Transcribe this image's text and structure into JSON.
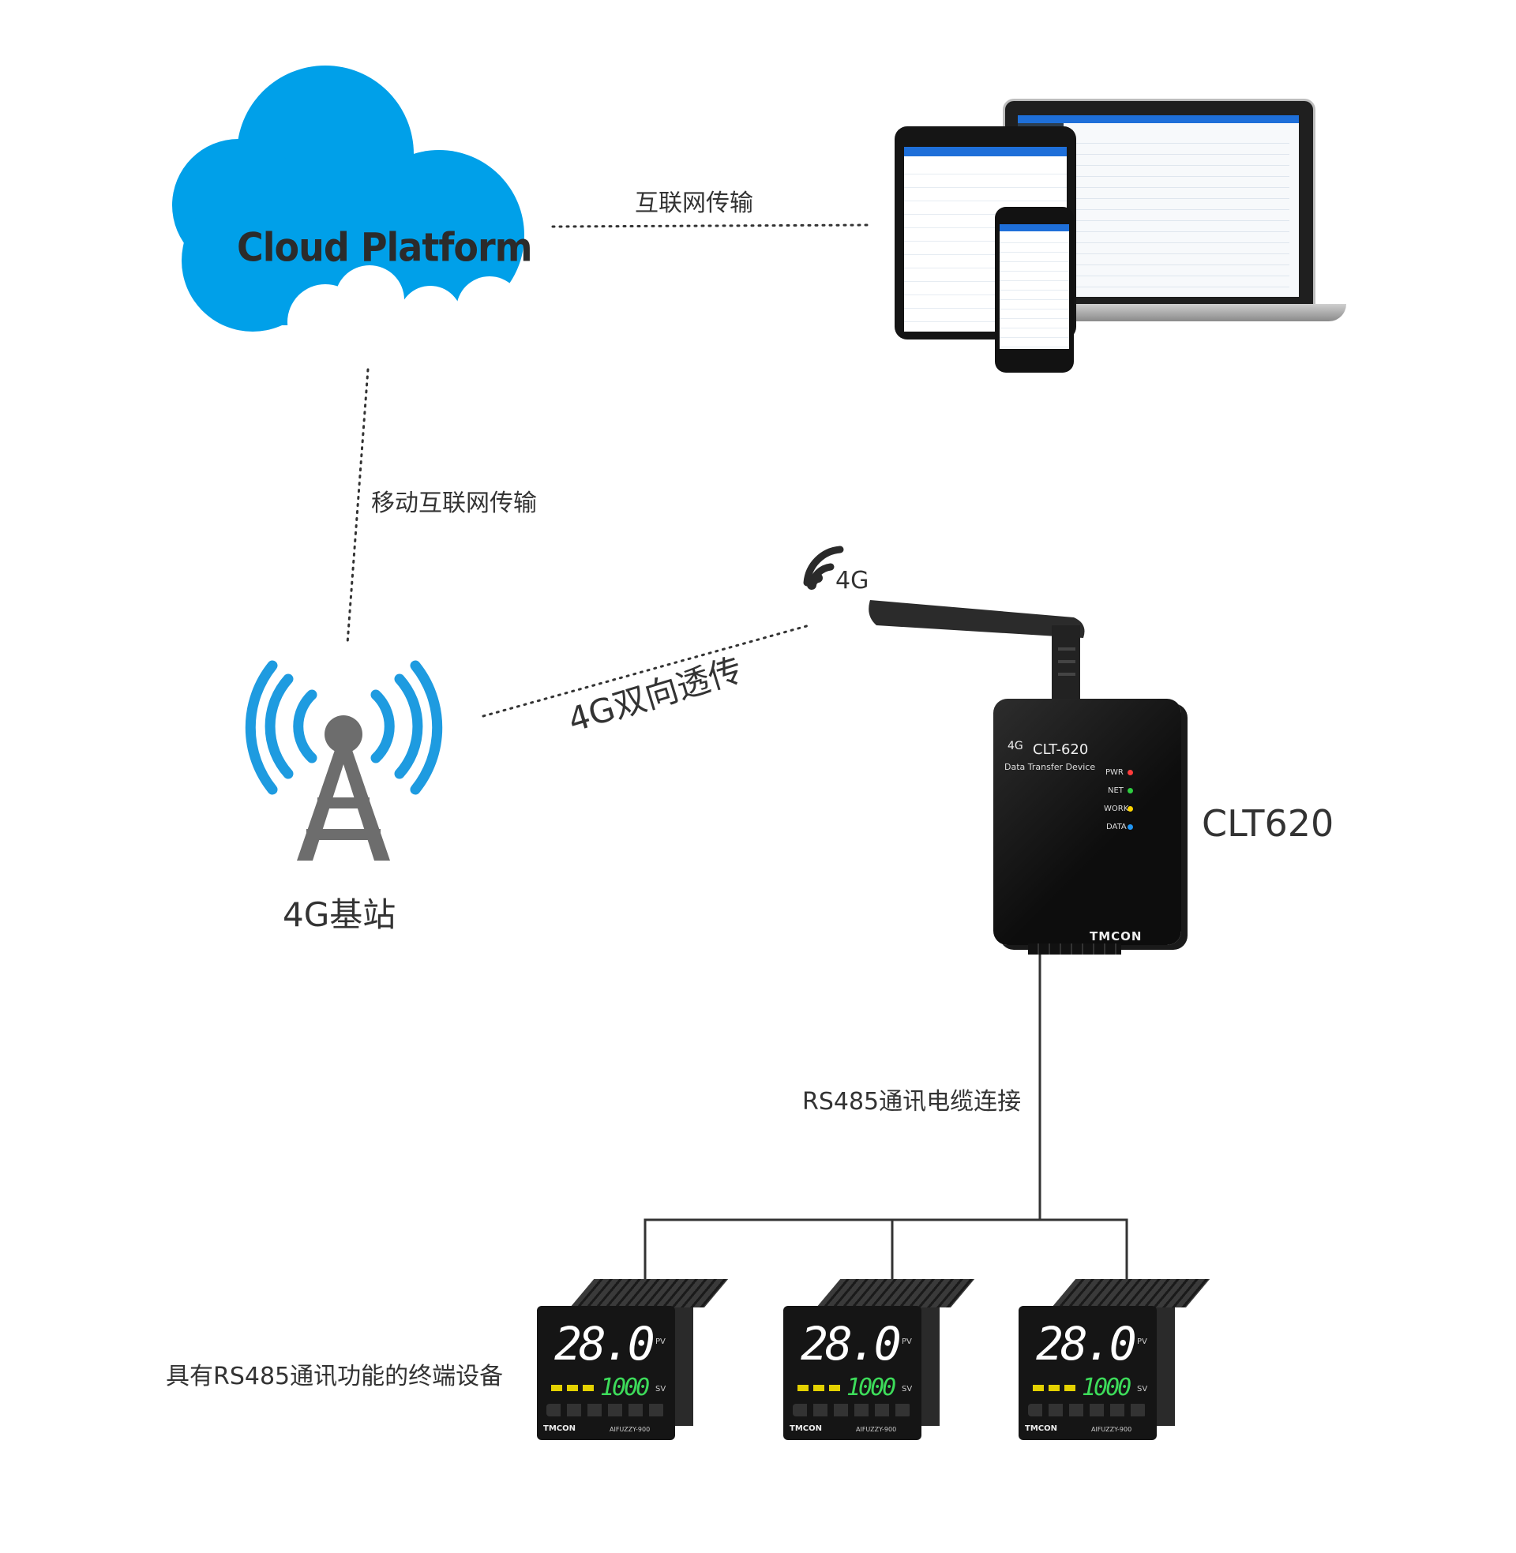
{
  "cloud": {
    "label": "Cloud Platform",
    "color": "#00a0e9"
  },
  "links": {
    "internet": "互联网传输",
    "mobile": "移动互联网传输",
    "bidirectional": "4G双向透传",
    "rs485": "RS485通讯电缆连接"
  },
  "tower": {
    "label": "4G基站",
    "wave_color": "#1e9be0"
  },
  "signal": {
    "label": "4G"
  },
  "gateway": {
    "name": "CLT620",
    "front_badge": "4G",
    "front_model": "CLT-620",
    "front_subtitle": "Data Transfer Device",
    "brand": "TMCON",
    "leds": [
      {
        "label": "PWR",
        "color": "#ff3b3b"
      },
      {
        "label": "NET",
        "color": "#2ecc40"
      },
      {
        "label": "WORK",
        "color": "#ffd400"
      },
      {
        "label": "DATA",
        "color": "#2196f3"
      }
    ]
  },
  "terminals": {
    "label": "具有RS485通讯功能的终端设备",
    "units": [
      {
        "pv": "28.0",
        "sv": "1000",
        "pv_unit": "PV",
        "sv_unit": "SV",
        "brand": "TMCON",
        "model": "AIFUZZY-900"
      },
      {
        "pv": "28.0",
        "sv": "1000",
        "pv_unit": "PV",
        "sv_unit": "SV",
        "brand": "TMCON",
        "model": "AIFUZZY-900"
      },
      {
        "pv": "28.0",
        "sv": "1000",
        "pv_unit": "PV",
        "sv_unit": "SV",
        "brand": "TMCON",
        "model": "AIFUZZY-900"
      }
    ]
  }
}
